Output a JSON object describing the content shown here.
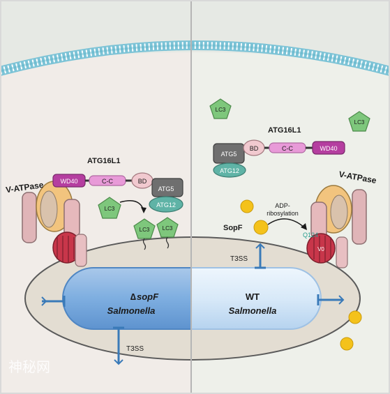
{
  "left_panel": {
    "atg16l1_label": "ATG16L1",
    "wd40": "WD40",
    "cc": "C-C",
    "bd": "BD",
    "atg5": "ATG5",
    "atg12": "ATG12",
    "vatpase": "V-ATPase",
    "lc3": "LC3",
    "bacterium_prefix": "∆",
    "bacterium_gene": "sopF",
    "bacterium_name": "Salmonella",
    "t3ss": "T3SS"
  },
  "right_panel": {
    "atg16l1_label": "ATG16L1",
    "atg5": "ATG5",
    "bd": "BD",
    "cc": "C-C",
    "wd40": "WD40",
    "atg12": "ATG12",
    "lc3": "LC3",
    "vatpase": "V-ATPase",
    "sopf": "SopF",
    "adp_line1": "ADP-",
    "adp_line2": "ribosylation",
    "q124": "Q124",
    "vo": "V0",
    "t3ss": "T3SS",
    "bacterium_wt": "WT",
    "bacterium_name": "Salmonella"
  },
  "watermark": {
    "text": "神秘网"
  },
  "colors": {
    "left_cytoplasm": "#f1ece8",
    "right_cytoplasm": "#eef0ea",
    "bacterium": "#7eaee0",
    "atg_pink": "#e89ad8",
    "wd40_purple": "#b53ea0",
    "lc3_green": "#7ec77c",
    "atg12_teal": "#5fb3a6",
    "sopf_yellow": "#f4c21b"
  }
}
